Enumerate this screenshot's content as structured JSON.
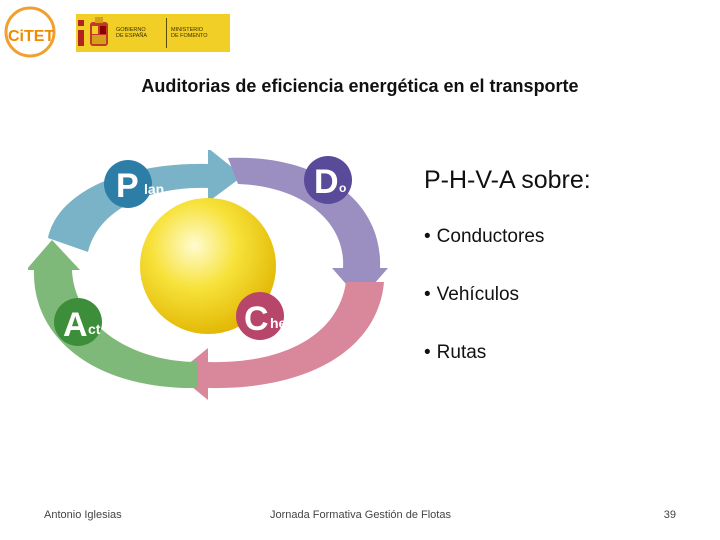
{
  "logos": {
    "citet": "CiTET",
    "gov_left": "GOBIERNO\nDE ESPAÑA",
    "gov_right": "MINISTERIO\nDE FOMENTO"
  },
  "title": "Auditorias de eficiencia energética en el transporte",
  "diagram": {
    "plan": {
      "letter": "P",
      "rest": "lan",
      "color": "#7ab3c8"
    },
    "do": {
      "letter": "D",
      "rest": "o",
      "color": "#9a8fc0"
    },
    "check": {
      "letter": "C",
      "rest": "heck",
      "color": "#d9879b"
    },
    "act": {
      "letter": "A",
      "rest": "ct",
      "color": "#7fb97a"
    },
    "center_color": "#f5d20f"
  },
  "content": {
    "subtitle": "P-H-V-A sobre:",
    "bullets": [
      "Conductores",
      "Vehículos",
      "Rutas"
    ]
  },
  "footer": {
    "author": "Antonio Iglesias",
    "event": "Jornada Formativa Gestión de Flotas",
    "page": "39"
  }
}
